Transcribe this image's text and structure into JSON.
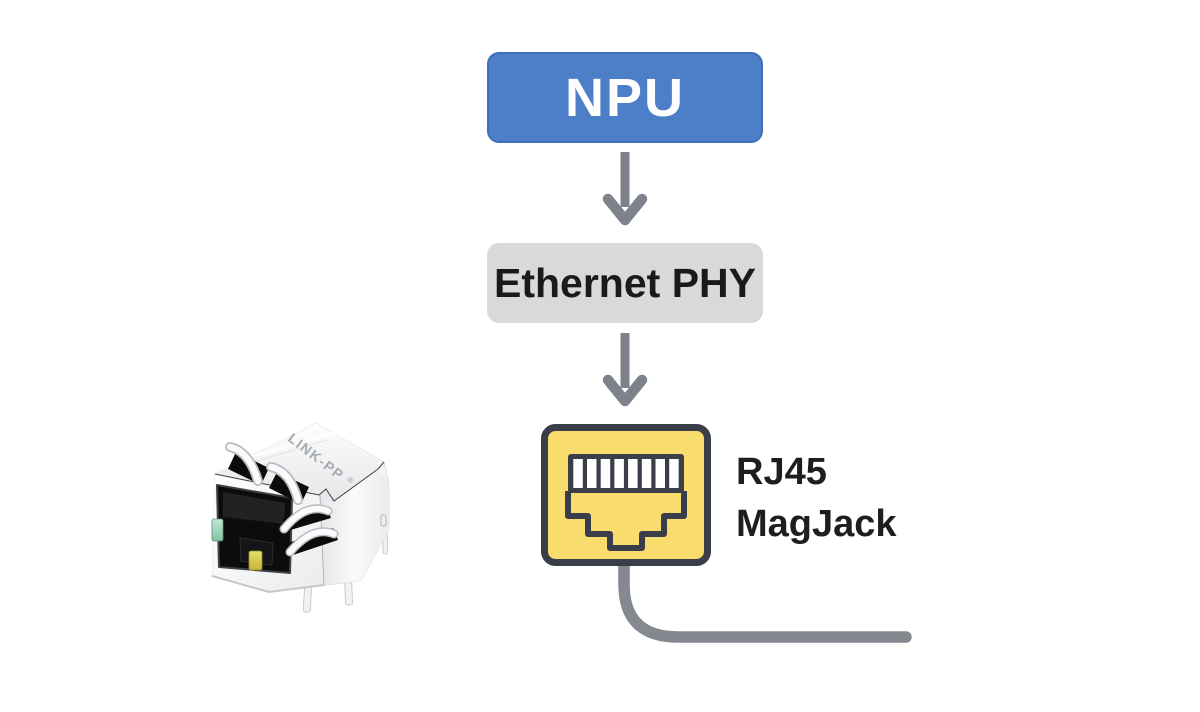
{
  "diagram": {
    "npu": {
      "label": "NPU"
    },
    "ethernet_phy": {
      "label": "Ethernet PHY"
    },
    "rj45_magjack": {
      "line1": "RJ45",
      "line2": "MagJack"
    },
    "flow": [
      {
        "from": "NPU",
        "to": "Ethernet PHY",
        "connector": "down-arrow"
      },
      {
        "from": "Ethernet PHY",
        "to": "RJ45 MagJack",
        "connector": "down-arrow"
      },
      {
        "from": "RJ45 MagJack",
        "to": "",
        "connector": "ethernet-cable-out-right"
      }
    ]
  },
  "photo": {
    "brand": "LINK-PP",
    "registered_mark": "®",
    "depicts": "rj45-magjack-shielded-connector-with-green-and-yellow-leds"
  },
  "colors": {
    "npu_fill": "#4d7ec8",
    "npu_border": "#3f6fba",
    "npu_text": "#ffffff",
    "phy_fill": "#d9d9d9",
    "phy_text": "#1a1a1a",
    "arrow": "#7d828b",
    "rj45_icon_fill": "#f9dc6e",
    "rj45_icon_outline": "#3a3e48",
    "cable": "#84888f",
    "label_text": "#1e1e1e",
    "led_green": "#8fd0ac",
    "led_yellow": "#d9ce55",
    "background": "#ffffff"
  }
}
